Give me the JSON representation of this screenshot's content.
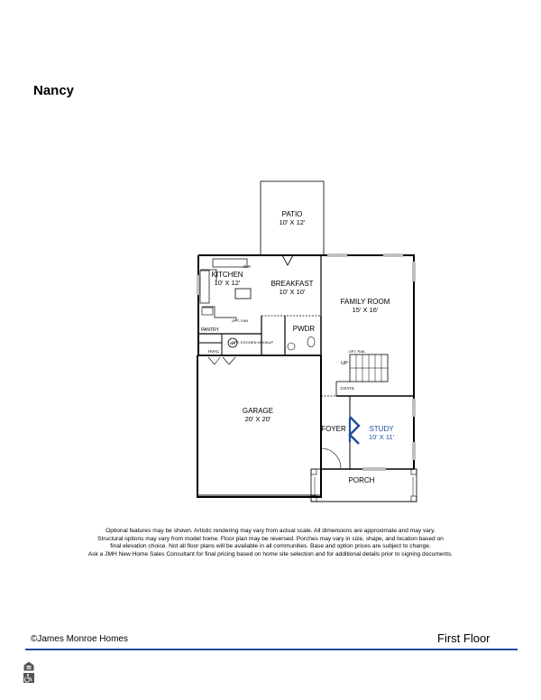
{
  "plan": {
    "name": "Nancy"
  },
  "rooms": {
    "patio": {
      "name": "PATIO",
      "dim": "10' X 12'"
    },
    "kitchen": {
      "name": "KITCHEN",
      "dim": "10' X 12'"
    },
    "breakfast": {
      "name": "BREAKFAST",
      "dim": "10' X 10'"
    },
    "family_room": {
      "name": "FAMILY ROOM",
      "dim": "15' X 16'"
    },
    "garage": {
      "name": "GARAGE",
      "dim": "20' X 20'"
    },
    "study": {
      "name": "STUDY",
      "dim": "10' X 11'"
    },
    "foyer": {
      "name": "FOYER"
    },
    "porch": {
      "name": "PORCH"
    },
    "pantry": {
      "name": "PANTRY"
    },
    "pwdr": {
      "name": "PWDR"
    },
    "hvac": {
      "name": "HVAC"
    },
    "coats": {
      "name": "COATS"
    }
  },
  "fixtures": {
    "dw": "DW",
    "up": "UP",
    "opt_rail": "OPT. RAIL",
    "wh": "WH",
    "opt_kitchen_hookup": "OPT. KITCHEN HOOKUP",
    "opt_fan": "OPT. FAN"
  },
  "disclaimer": [
    "Optional features may be shown. Artistic rendering may vary from actual scale. All dimensions are approximate and may vary.",
    "Structural options may vary from model home. Floor plan may be reversed. Porches may vary in size, shape, and location based on",
    "final elevation choice. Not all floor plans will be available in all communities. Base and option prices are subject to change.",
    "Ask a JMH New Home Sales Consultant for final pricing based on home site selection and for additional details prior to signing documents."
  ],
  "footer": {
    "copyright": "©James Monroe Homes",
    "floor": "First Floor",
    "rule_color": "#1f4e9c",
    "icons": [
      "equal-housing-icon",
      "accessibility-icon"
    ]
  },
  "colors": {
    "study_accent": "#1f4e9c"
  }
}
